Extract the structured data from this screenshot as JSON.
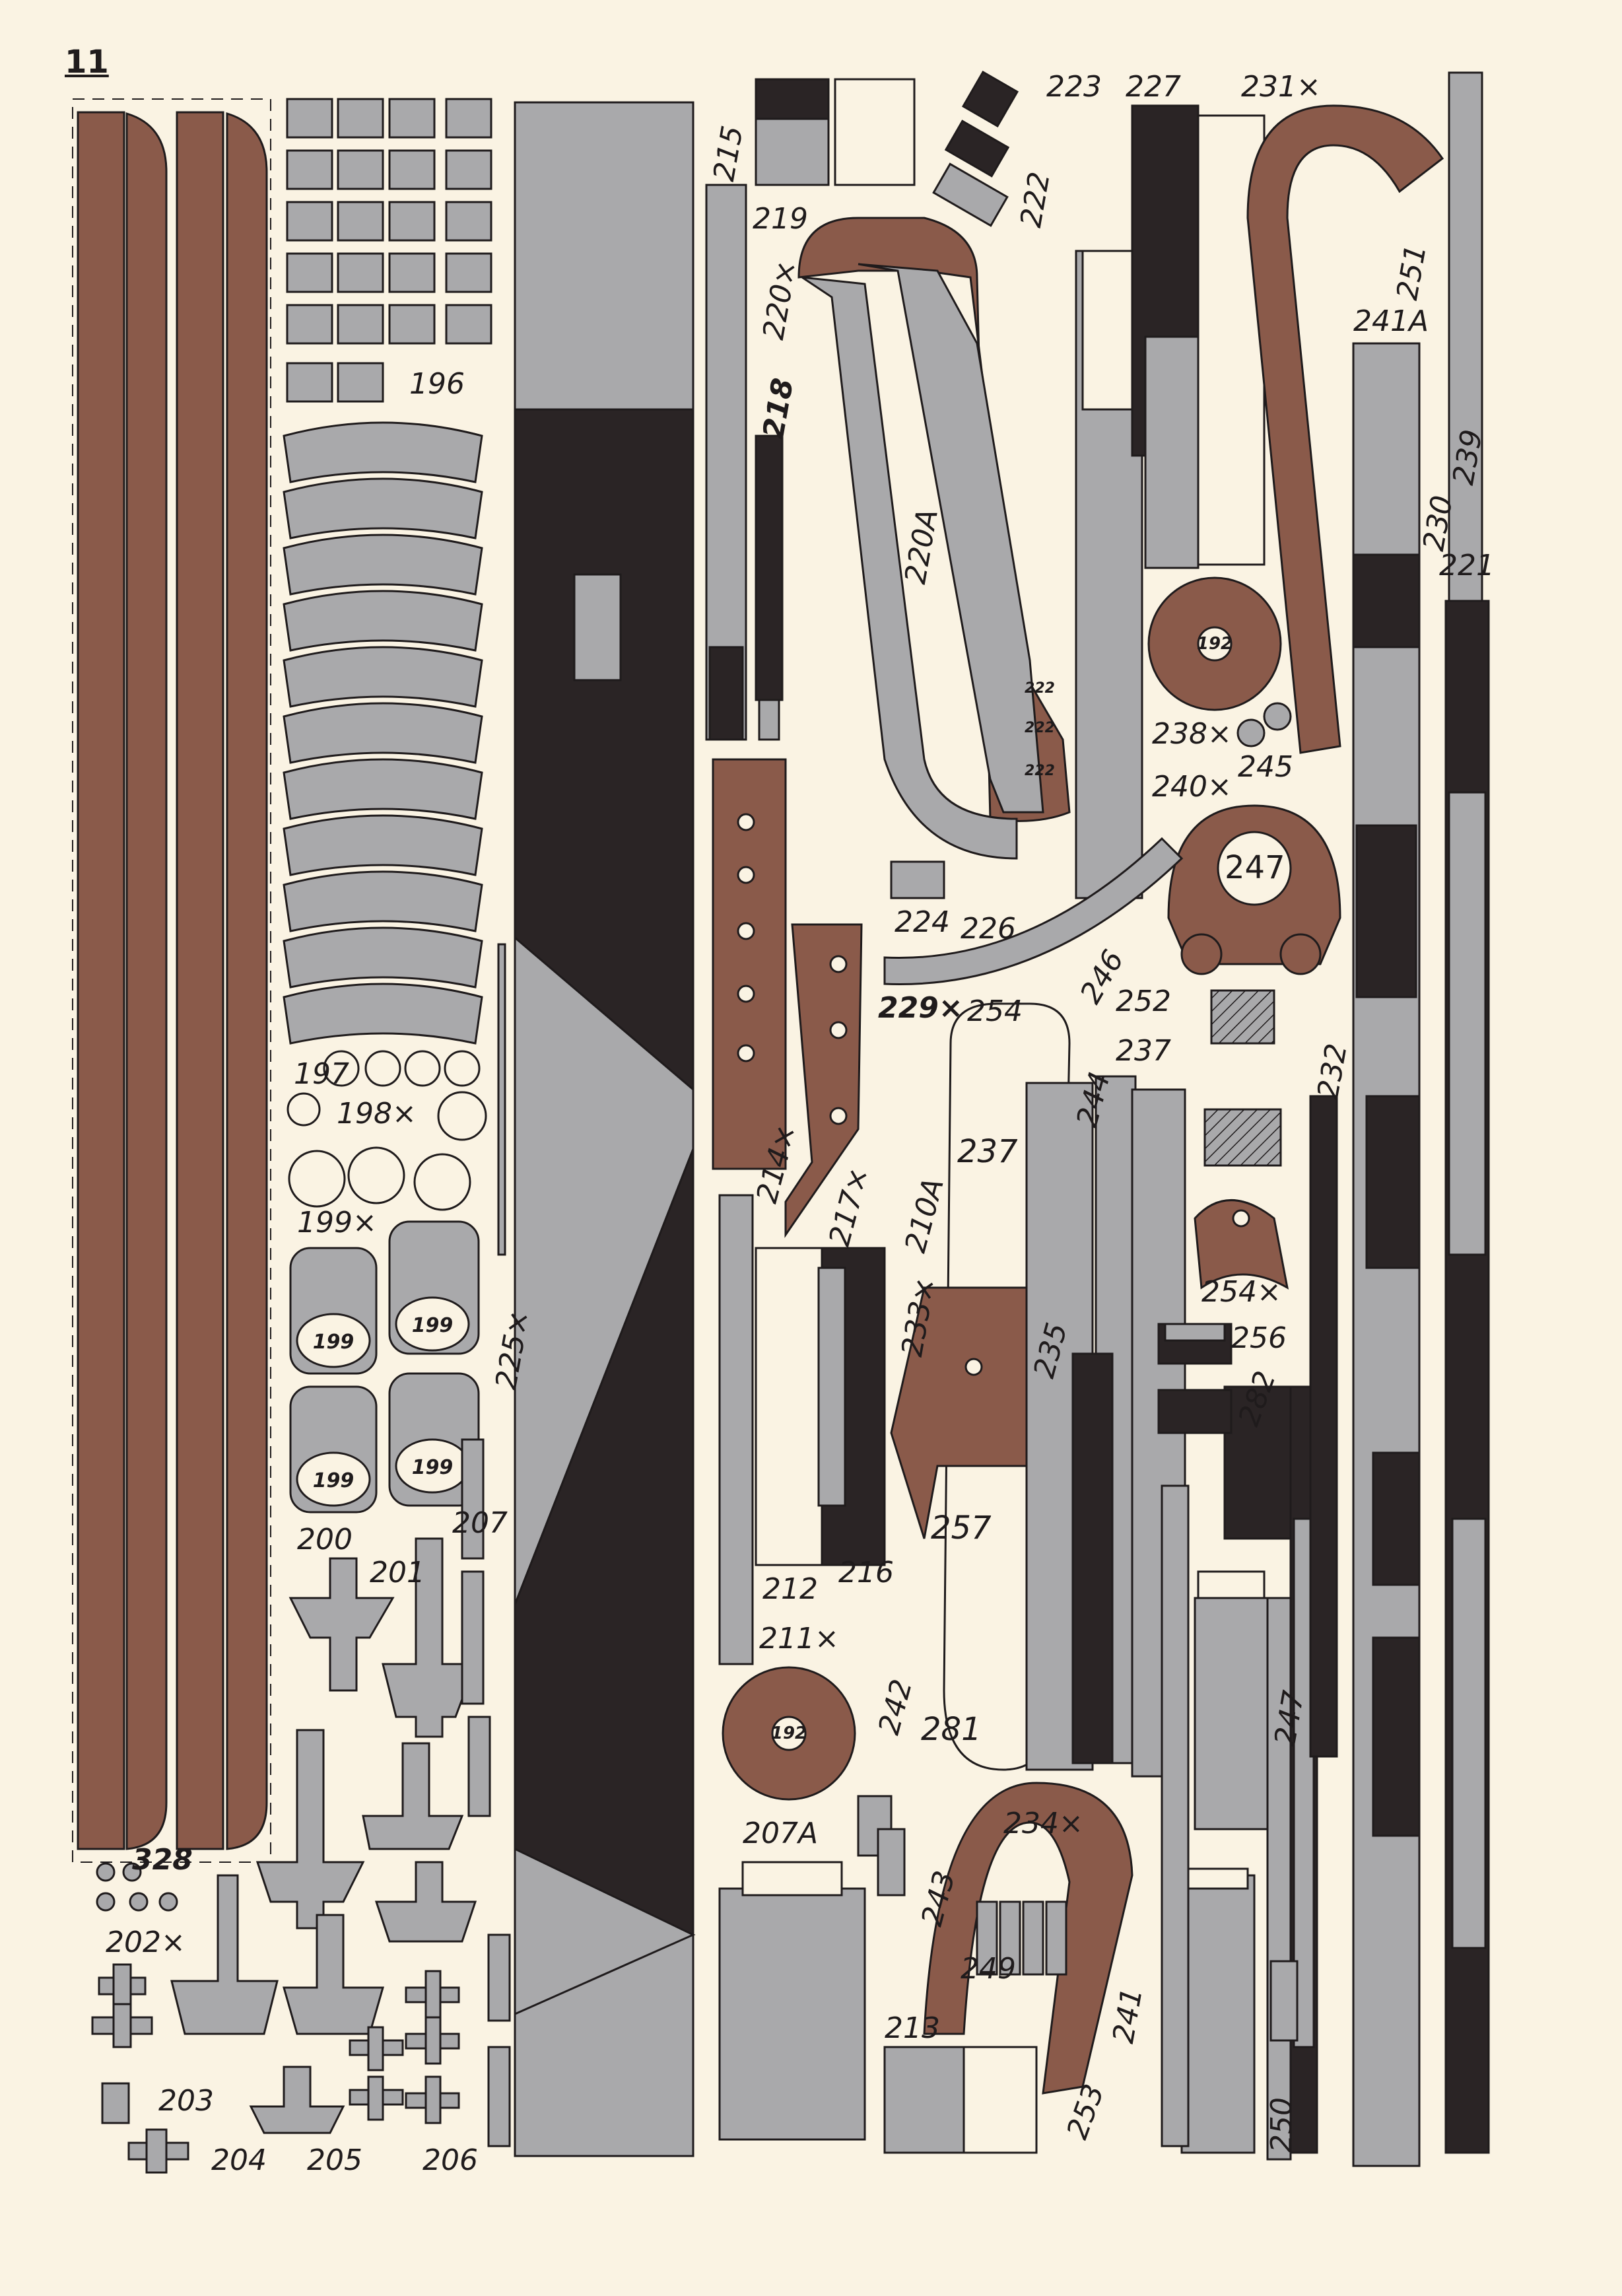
{
  "sheet": {
    "page_number": "11",
    "colors": {
      "paper": "#faf3e3",
      "brown": "#8a5a4a",
      "gray": "#a9a9ab",
      "dark": "#2a2425",
      "line": "#1f1b1c"
    }
  },
  "labels": {
    "p196": "196",
    "p197": "197",
    "p198": "198×",
    "p199x": "199×",
    "p199": "199",
    "p200": "200",
    "p201": "201",
    "p202": "202×",
    "p203": "203",
    "p204": "204",
    "p205": "205",
    "p206": "206",
    "p207": "207",
    "p207a": "207A",
    "p210a": "210A",
    "p211": "211×",
    "p212": "212",
    "p213": "213",
    "p214": "214×",
    "p215": "215",
    "p216": "216",
    "p217": "217×",
    "p218": "218",
    "p219": "219",
    "p220": "220×",
    "p220a": "220A",
    "p221": "221",
    "p222": "222",
    "p223": "223",
    "p224": "224",
    "p225": "225×",
    "p226": "226",
    "p227": "227",
    "p229": "229×",
    "p230": "230",
    "p231": "231×",
    "p232": "232",
    "p233": "233×",
    "p234": "234×",
    "p235": "235",
    "p237": "237",
    "p238": "238×",
    "p239": "239",
    "p240": "240×",
    "p241": "241",
    "p241a": "241A",
    "p242": "242",
    "p243": "243",
    "p244": "244",
    "p245": "245",
    "p246": "246",
    "p247": "247",
    "p249": "249",
    "p250": "250",
    "p251": "251",
    "p252": "252",
    "p253": "253",
    "p254": "254",
    "p254x": "254×",
    "p256": "256",
    "p257": "257",
    "p281": "281",
    "p282": "282",
    "p328": "328",
    "p192": "192",
    "p222b": "222"
  }
}
